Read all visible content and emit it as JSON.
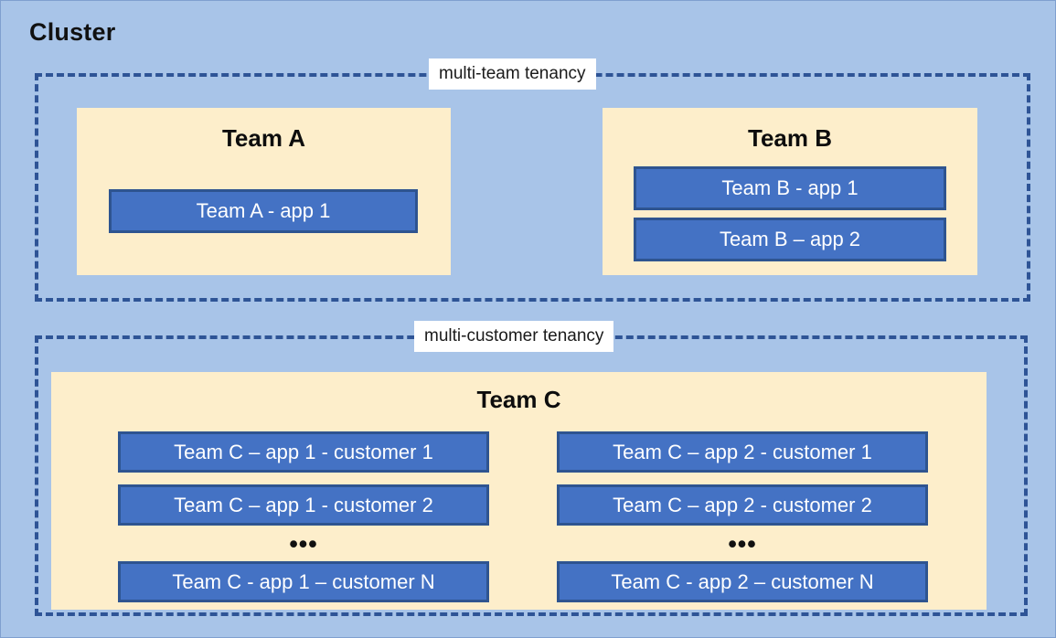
{
  "diagram": {
    "title": "Cluster",
    "background_color": "#a8c4e8",
    "group_border_color": "#2e5496",
    "team_panel_color": "#fdeecb",
    "app_box_color": "#4472c4",
    "app_box_border_color": "#2e5490",
    "app_box_text_color": "#ffffff"
  },
  "groups": [
    {
      "label": "multi-team tenancy",
      "teams": [
        {
          "name": "Team A",
          "apps": [
            {
              "label": "Team A - app 1"
            }
          ]
        },
        {
          "name": "Team B",
          "apps": [
            {
              "label": "Team B - app 1"
            },
            {
              "label": "Team B – app 2"
            }
          ]
        }
      ]
    },
    {
      "label": "multi-customer tenancy",
      "teams": [
        {
          "name": "Team C",
          "columns": [
            {
              "apps": [
                {
                  "label": "Team C – app 1 - customer 1"
                },
                {
                  "label": "Team C – app 1 - customer 2"
                },
                {
                  "label": "Team C - app 1 – customer N"
                }
              ],
              "ellipsis": "•••"
            },
            {
              "apps": [
                {
                  "label": "Team C – app 2 - customer 1"
                },
                {
                  "label": "Team C – app 2 - customer 2"
                },
                {
                  "label": "Team C - app 2 – customer N"
                }
              ],
              "ellipsis": "•••"
            }
          ]
        }
      ]
    }
  ]
}
